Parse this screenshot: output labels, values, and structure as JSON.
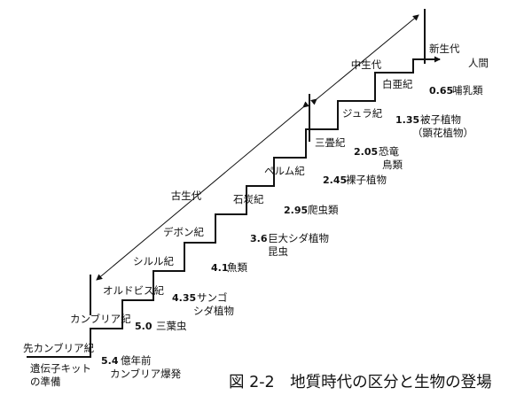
{
  "caption": "図 2-2　地質時代の区分と生物の登場",
  "eras": [
    {
      "id": "paleozoic",
      "label": "古生代"
    },
    {
      "id": "mesozoic",
      "label": "中生代"
    },
    {
      "id": "cenozoic",
      "label": "新生代"
    }
  ],
  "steps": [
    {
      "period": "先カンブリア紀",
      "age": "5.4",
      "event_lines": [
        "億年前",
        "カンブリア爆発"
      ],
      "extra_lines": [
        "遺伝子キット",
        "の準備"
      ]
    },
    {
      "period": "カンブリア紀",
      "age": "5.0",
      "event_lines": [
        "三葉虫"
      ]
    },
    {
      "period": "オルドビス紀",
      "age": "4.35",
      "event_lines": [
        "サンゴ",
        "シダ植物"
      ]
    },
    {
      "period": "シルル紀",
      "age": "4.1",
      "event_lines": [
        "魚類"
      ]
    },
    {
      "period": "デボン紀",
      "age": "3.6",
      "event_lines": [
        "巨大シダ植物",
        "昆虫"
      ]
    },
    {
      "period": "石炭紀",
      "age": "2.95",
      "event_lines": [
        "爬虫類"
      ]
    },
    {
      "period": "ペルム紀",
      "age": "2.45",
      "event_lines": [
        "裸子植物"
      ]
    },
    {
      "period": "三畳紀",
      "age": "2.05",
      "event_lines": [
        "恐竜",
        "鳥類"
      ]
    },
    {
      "period": "ジュラ紀",
      "age": "1.35",
      "event_lines": [
        "被子植物",
        "（顕花植物）"
      ]
    },
    {
      "period": "白亜紀",
      "age": "0.65",
      "event_lines": [
        "哺乳類"
      ]
    }
  ],
  "final": {
    "period": "新生代",
    "event": "人間"
  }
}
